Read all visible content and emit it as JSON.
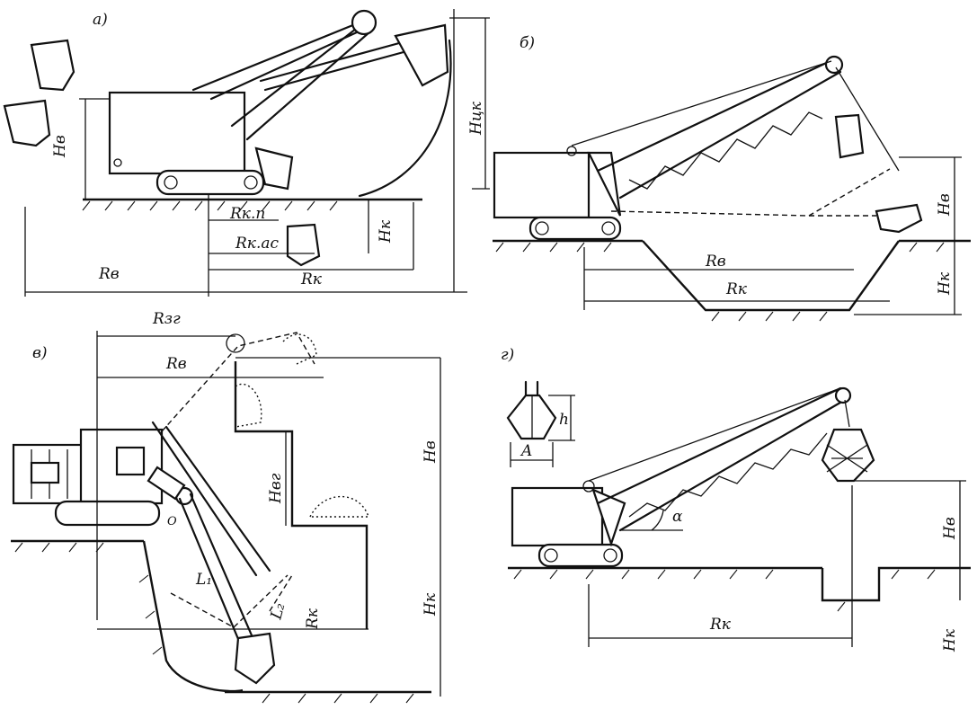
{
  "panels": {
    "a": {
      "letter": "а)",
      "labels": {
        "Hv": "Hв",
        "Rkn": "Rк.п",
        "Rkp": "Rк.ас",
        "Hk": "Hк",
        "Rv": "Rв",
        "Rk": "Rк",
        "Hpk": "Hцк"
      }
    },
    "b": {
      "letter": "б)",
      "labels": {
        "Rv": "Rв",
        "Rk": "Rк",
        "Hv": "Hв",
        "Hk": "Hк"
      }
    },
    "v": {
      "letter": "в)",
      "labels": {
        "Rzr": "Rзг",
        "Rv": "Rв",
        "Hv": "Hв",
        "Hvr": "Hвг",
        "L1": "L₁",
        "L2": "L₂",
        "Rk": "Rк",
        "Hk": "Hк",
        "O": "O"
      }
    },
    "g": {
      "letter": "г)",
      "labels": {
        "h": "h",
        "A": "A",
        "alpha": "α",
        "Hv": "Hв",
        "Rk": "Rк",
        "Hk": "Hк"
      }
    }
  }
}
